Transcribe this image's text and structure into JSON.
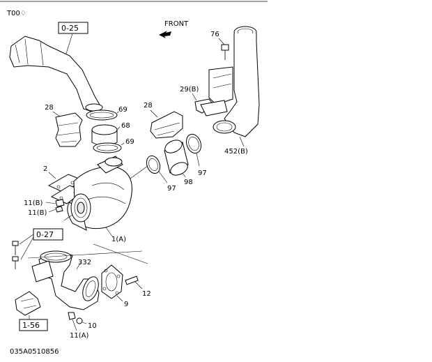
{
  "header": {
    "page_marker": "T00♢"
  },
  "direction": {
    "label": "FRONT"
  },
  "references": {
    "ref_0_25": "0-25",
    "ref_0_27": "0-27",
    "ref_1_56": "1-56"
  },
  "callouts": {
    "c76": "76",
    "c29b": "29(B)",
    "c28_left": "28",
    "c28_right": "28",
    "c69_top": "69",
    "c68": "68",
    "c69_low": "69",
    "c452b": "452(B)",
    "c97_upper": "97",
    "c98": "98",
    "c97_lower": "97",
    "c2": "2",
    "c11b_1": "11(B)",
    "c11b_2": "11(B)",
    "c1a": "1(A)",
    "c332": "332",
    "c9": "9",
    "c12": "12",
    "c10": "10",
    "c11a": "11(A)"
  },
  "footer": {
    "drawing_number": "035A0510856"
  }
}
